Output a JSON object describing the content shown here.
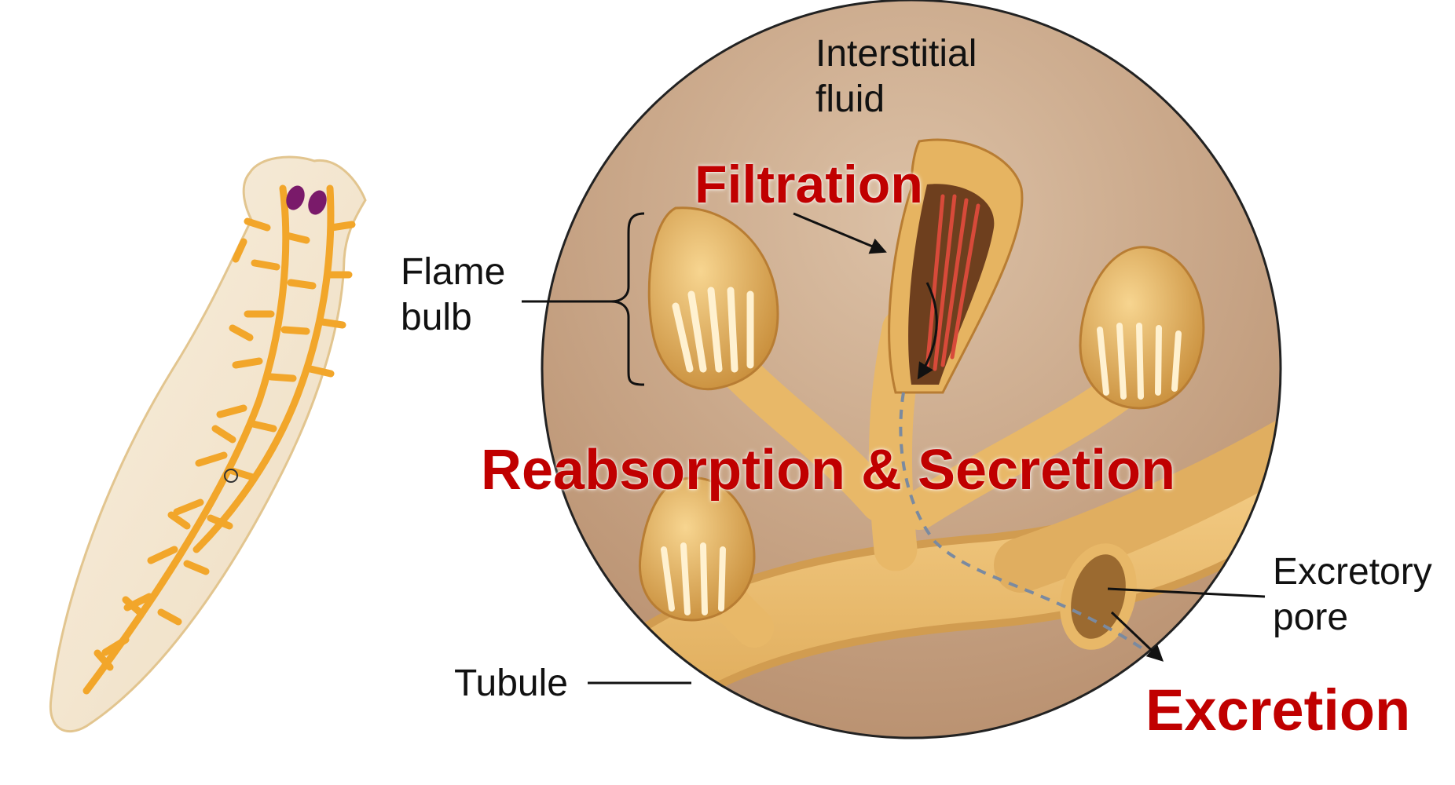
{
  "labels": {
    "interstitial_fluid": "Interstitial\nfluid",
    "flame_bulb": "Flame\nbulb",
    "tubule": "Tubule",
    "excretory_pore": "Excretory\npore"
  },
  "processes": {
    "filtration": "Filtration",
    "reabsorption_secretion": "Reabsorption & Secretion",
    "excretion": "Excretion"
  },
  "colors": {
    "process_text": "#c00000",
    "label_text": "#111111",
    "circle_background": "#c9a98a",
    "tubule": "#f0c070",
    "flatworm_body": "#f3e6cf",
    "flatworm_branches": "#f2a62a",
    "eyespots": "#7a1a6a",
    "cilia": "#d84a3a"
  }
}
